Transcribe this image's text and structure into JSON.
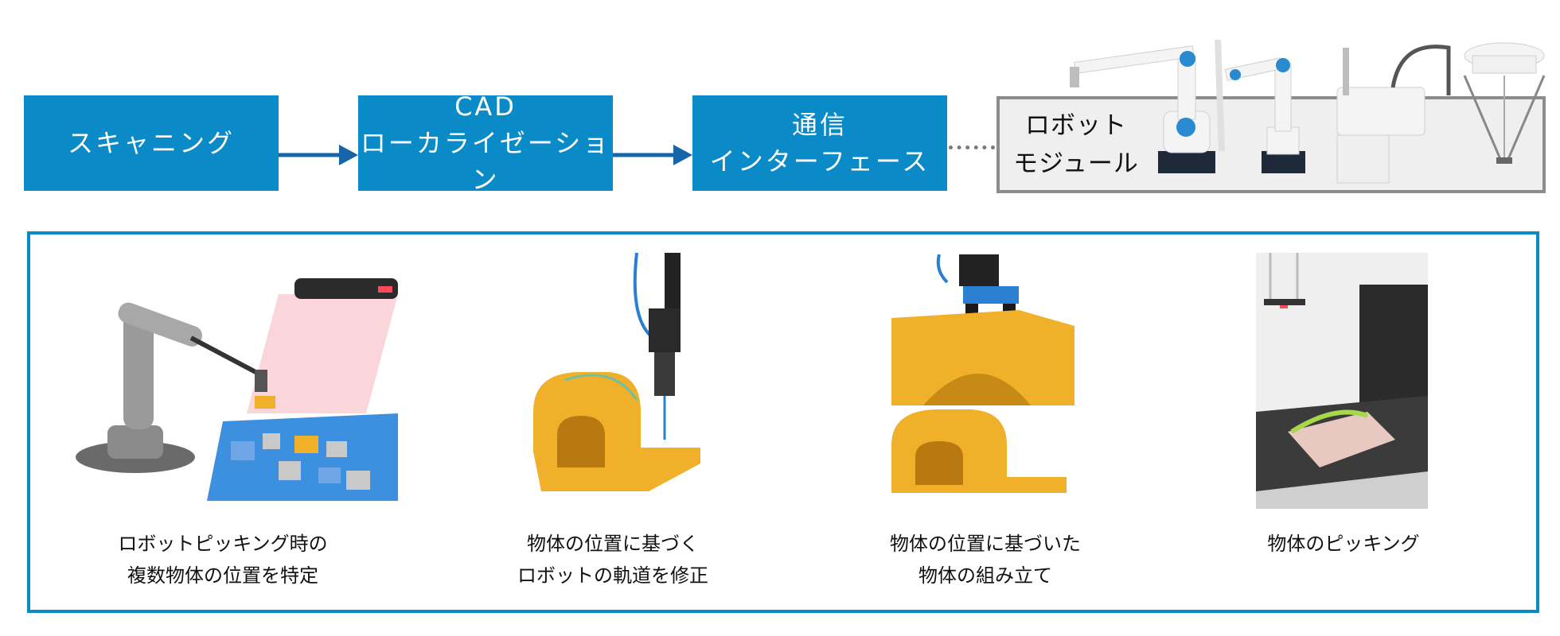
{
  "flow": {
    "steps": [
      {
        "lines": [
          "スキャニング"
        ]
      },
      {
        "lines": [
          "CAD",
          "ローカライゼーション"
        ]
      },
      {
        "lines": [
          "通信",
          "インターフェース"
        ]
      }
    ],
    "module": {
      "lines": [
        "ロボット",
        "モジュール"
      ]
    }
  },
  "applications": [
    {
      "lines": [
        "ロボットピッキング時の",
        "複数物体の位置を特定"
      ]
    },
    {
      "lines": [
        "物体の位置に基づく",
        "ロボットの軌道を修正"
      ]
    },
    {
      "lines": [
        "物体の位置に基づいた",
        "物体の組み立て"
      ]
    },
    {
      "lines": [
        "物体のピッキング"
      ]
    }
  ],
  "colors": {
    "accent": "#0a8bc8",
    "object": "#f0b02a",
    "mat": "#3d8fe0"
  }
}
